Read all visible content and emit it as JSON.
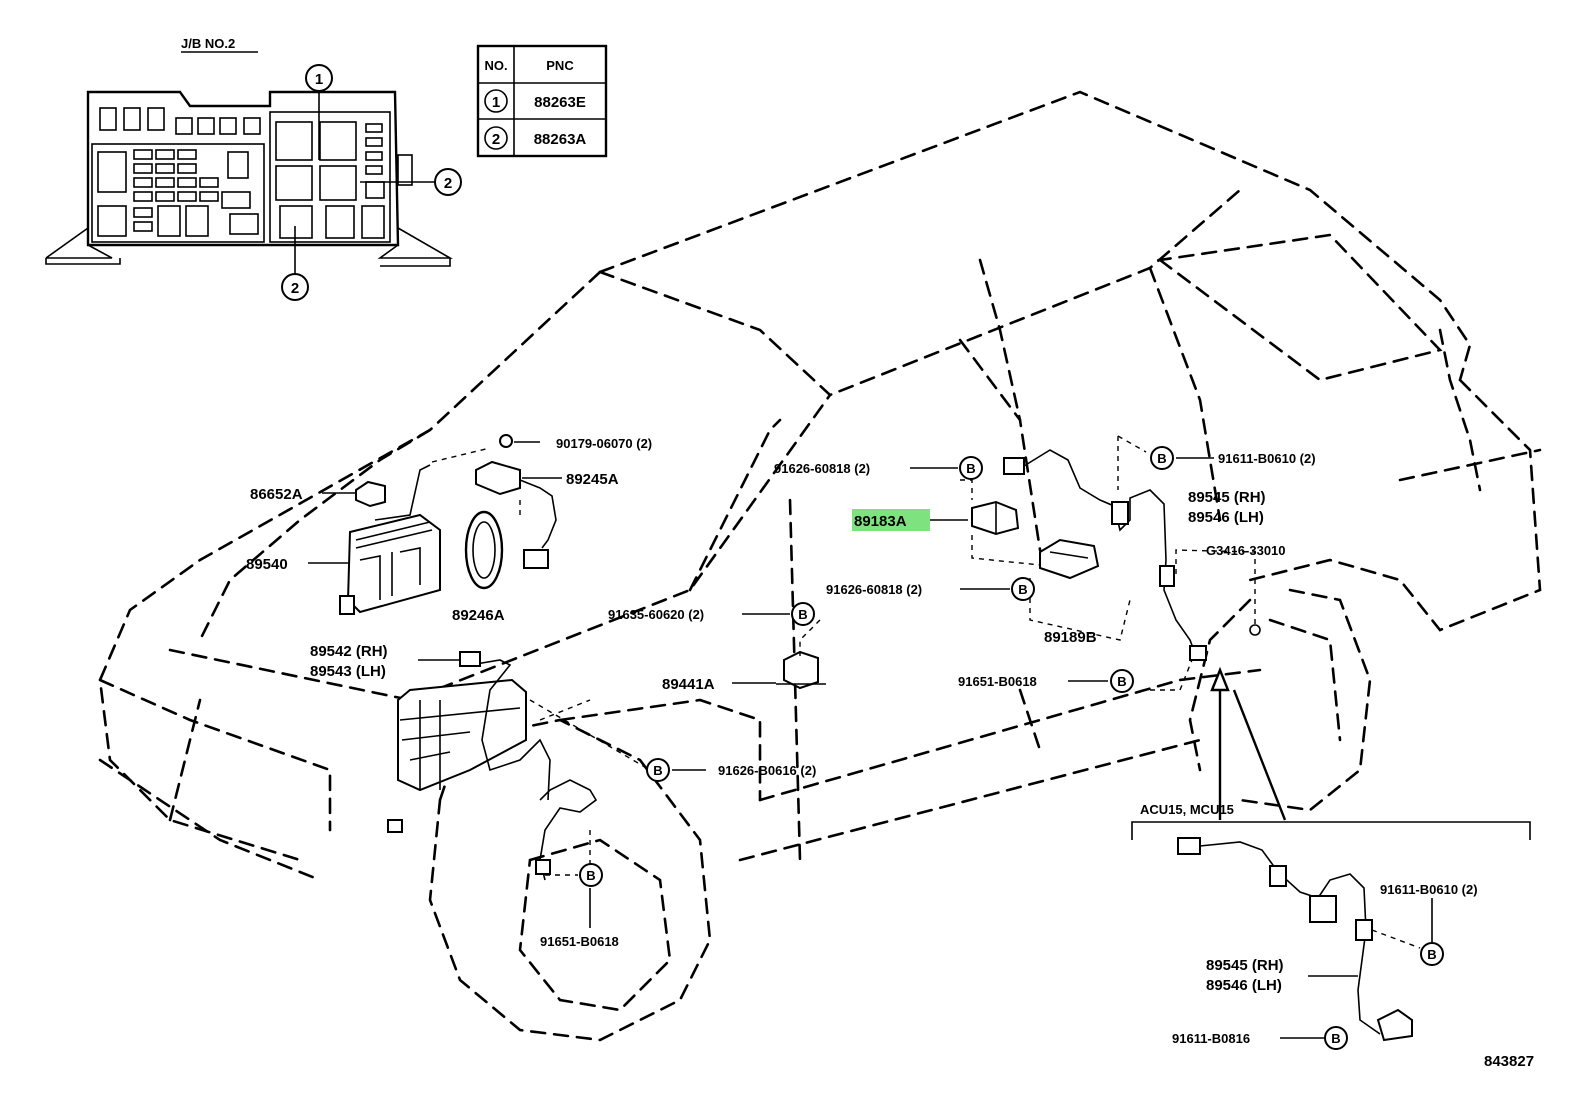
{
  "junction_block": {
    "title": "J/B NO.2"
  },
  "pnc_table": {
    "headers": [
      "NO.",
      "PNC"
    ],
    "rows": [
      {
        "no": "1",
        "pnc": "88263E"
      },
      {
        "no": "2",
        "pnc": "88263A"
      }
    ]
  },
  "callouts": {
    "one": "1",
    "two": "2",
    "two_b": "2"
  },
  "parts": {
    "p90179": "90179-06070 (2)",
    "p89245A": "89245A",
    "p86652A": "86652A",
    "p89540": "89540",
    "p89246A": "89246A",
    "p89542": "89542 (RH)",
    "p89543": "89543 (LH)",
    "p89183A": "89183A",
    "p91626_top": "91626-60818 (2)",
    "p91626_mid": "91626-60818 (2)",
    "p91635": "91635-60620 (2)",
    "p89189B": "89189B",
    "p89441A": "89441A",
    "p91651_right": "91651-B0618",
    "p91626_b0616": "91626-B0616 (2)",
    "p91651_bottom": "91651-B0618",
    "p91611_top": "91611-B0610 (2)",
    "p89545_top": "89545 (RH)",
    "p89546_top": "89546 (LH)",
    "pG3416": "G3416-33010",
    "inset_title": "ACU15, MCU15",
    "p91611_inset": "91611-B0610 (2)",
    "p89545_inset": "89545 (RH)",
    "p89546_inset": "89546 (LH)",
    "p91611_B0816": "91611-B0816"
  },
  "bolt_marker": "B",
  "diagram_id": "843827",
  "highlight_color": "#7ee27e"
}
